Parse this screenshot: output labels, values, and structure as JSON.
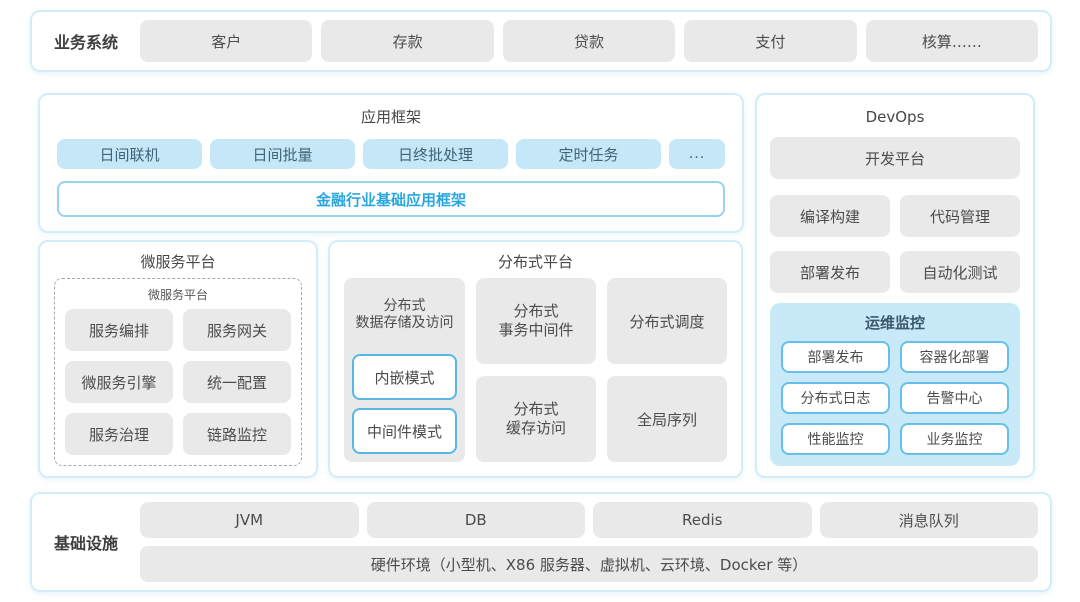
{
  "business_systems": {
    "label": "业务系统",
    "items": [
      "客户",
      "存款",
      "贷款",
      "支付",
      "核算……"
    ]
  },
  "app_framework": {
    "title": "应用框架",
    "modules": [
      "日间联机",
      "日间批量",
      "日终批处理",
      "定时任务",
      "..."
    ],
    "base_framework": "金融行业基础应用框架"
  },
  "devops": {
    "title": "DevOps",
    "dev_platform": "开发平台",
    "tools": [
      "编译构建",
      "代码管理",
      "部署发布",
      "自动化测试"
    ],
    "monitoring": {
      "title": "运维监控",
      "items": [
        "部署发布",
        "容器化部署",
        "分布式日志",
        "告警中心",
        "性能监控",
        "业务监控"
      ]
    }
  },
  "microservice_platform": {
    "title": "微服务平台",
    "inner_title": "微服务平台",
    "items": [
      "服务编排",
      "服务网关",
      "微服务引擎",
      "统一配置",
      "服务治理",
      "链路监控"
    ]
  },
  "distributed_platform": {
    "title": "分布式平台",
    "storage": {
      "label": "分布式\n数据存储及访问",
      "modes": [
        "内嵌模式",
        "中间件模式"
      ]
    },
    "cells": [
      "分布式\n事务中间件",
      "分布式\n缓存访问",
      "分布式调度",
      "全局序列"
    ]
  },
  "infrastructure": {
    "label": "基础设施",
    "items": [
      "JVM",
      "DB",
      "Redis",
      "消息队列"
    ],
    "hardware": "硬件环境（小型机、X86 服务器、虚拟机、云环境、Docker 等）"
  },
  "colors": {
    "accent_blue": "#2aa7e1",
    "light_blue_fill": "#c5e7f7",
    "monitor_bg": "#c7e9f8",
    "panel_border": "#d3edf8",
    "box_gray": "#e9e9ea"
  }
}
